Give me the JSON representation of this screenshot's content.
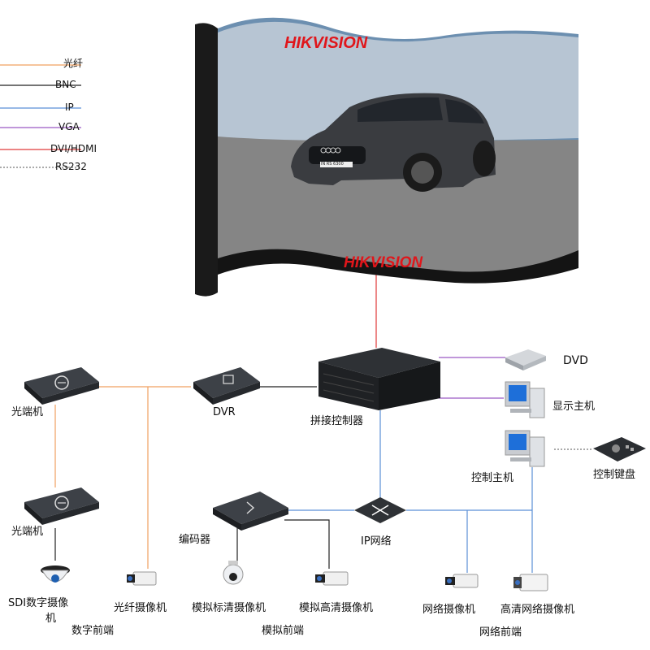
{
  "legend": {
    "items": [
      {
        "label": "光纤",
        "color": "#f0a060",
        "style": "solid"
      },
      {
        "label": "BNC",
        "color": "#222222",
        "style": "solid"
      },
      {
        "label": "IP",
        "color": "#5b8fd6",
        "style": "solid"
      },
      {
        "label": "VGA",
        "color": "#9b59c4",
        "style": "solid"
      },
      {
        "label": "DVI/HDMI",
        "color": "#e03a3a",
        "style": "solid"
      },
      {
        "label": "RS232",
        "color": "#555555",
        "style": "dotted"
      }
    ]
  },
  "videowall": {
    "brand_top": "HIKVISION",
    "brand_bottom": "HIKVISION",
    "plate_text": "IN RS 6300"
  },
  "devices": {
    "fiber_terminal_1": "光端机",
    "fiber_terminal_2": "光端机",
    "dvr": "DVR",
    "splicing_controller": "拼接控制器",
    "dvd": "DVD",
    "display_host": "显示主机",
    "control_host": "控制主机",
    "control_keyboard": "控制键盘",
    "encoder": "编码器",
    "ip_network": "IP网络",
    "sdi_camera_line1": "SDI数字摄像",
    "sdi_camera_line2": "机",
    "fiber_camera": "光纤摄像机",
    "analog_sd_camera": "模拟标清摄像机",
    "analog_hd_camera": "模拟高清摄像机",
    "network_camera": "网络摄像机",
    "hd_network_camera": "高清网络摄像机"
  },
  "groups": {
    "digital_front": "数字前端",
    "analog_front": "模拟前端",
    "network_front": "网络前端"
  }
}
